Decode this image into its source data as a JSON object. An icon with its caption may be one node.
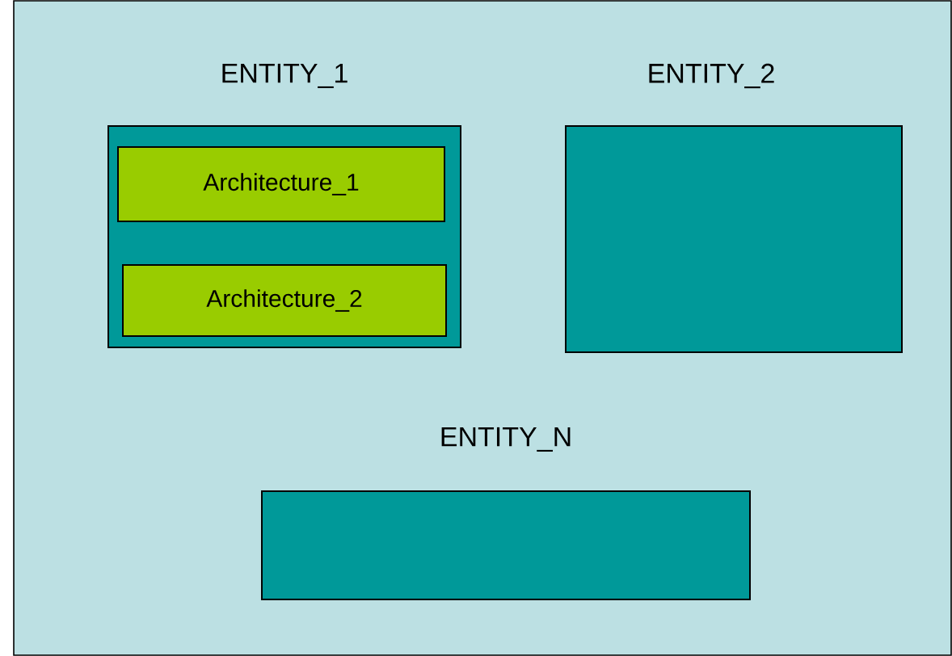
{
  "diagram": {
    "nodes": [
      {
        "text": [
          "ENTITY_1"
        ]
      },
      {
        "text": [
          "Architecture_1"
        ],
        "in": 0
      },
      {
        "text": [
          "Architecture_2"
        ],
        "in": 0
      },
      {
        "text": [
          "ENTITY_2"
        ]
      },
      {
        "text": [
          "ENTITY_N"
        ]
      }
    ]
  }
}
